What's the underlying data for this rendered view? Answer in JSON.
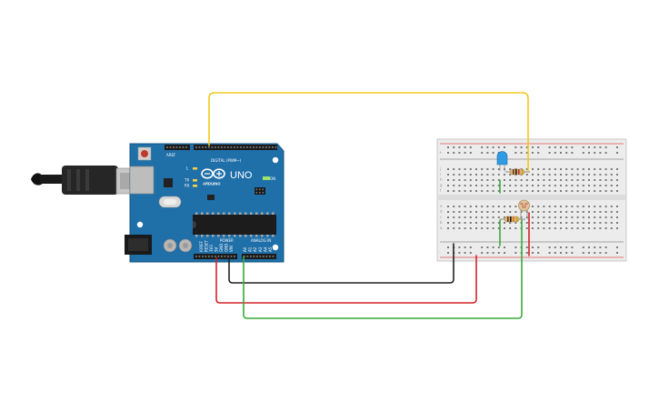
{
  "board": {
    "model": "UNO",
    "brand": "ARDUINO",
    "header_digital": "DIGITAL (PWM~)",
    "header_power": "POWER",
    "header_analog": "ANALOG IN",
    "on_label": "ON",
    "tx_label": "TX",
    "rx_label": "RX",
    "l_label": "L",
    "aref_label": "AREF",
    "gnd_label": "GND",
    "ioref_label": "IOREF",
    "reset_label": "RESET",
    "v33_label": "3V3",
    "v5_label": "5V",
    "vin_label": "VIN",
    "analog_pins": [
      "A0",
      "A1",
      "A2",
      "A3",
      "A4",
      "A5"
    ]
  },
  "breadboard": {
    "rail_plus": "+",
    "rail_minus": "-",
    "row_letters_top": [
      "j",
      "i",
      "h",
      "g",
      "f"
    ],
    "row_letters_bottom": [
      "e",
      "d",
      "c",
      "b",
      "a"
    ]
  },
  "colors": {
    "board_blue": "#1f6fa8",
    "wire_yellow": "#f2c81e",
    "wire_red": "#d2232a",
    "wire_black": "#222222",
    "wire_green": "#3aaa3a",
    "led_blue": "#2f9be3"
  }
}
